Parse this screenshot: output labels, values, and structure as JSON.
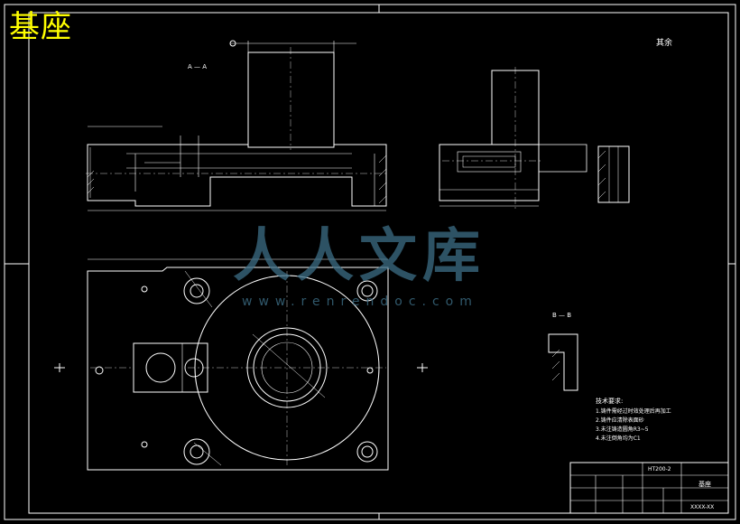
{
  "title": "基座",
  "watermark": {
    "text": "人人文库",
    "url": "www.renrendoc.com"
  },
  "section_a": "A — A",
  "section_b": "B — B",
  "roughness_note": "其余",
  "tech_req": {
    "heading": "技术要求:",
    "items": [
      "1.铸件需经过时效处理后再加工",
      "2.铸件应清除表面砂",
      "3.未注铸造圆角R3~5",
      "4.未注倒角均为C1"
    ]
  },
  "title_block": {
    "part_name": "基座",
    "code": "XXXX-XX",
    "material": "HT200-2"
  },
  "colors": {
    "background": "#000000",
    "lines": "#ffffff",
    "title": "#ffff00",
    "watermark": "#3d6e86"
  }
}
